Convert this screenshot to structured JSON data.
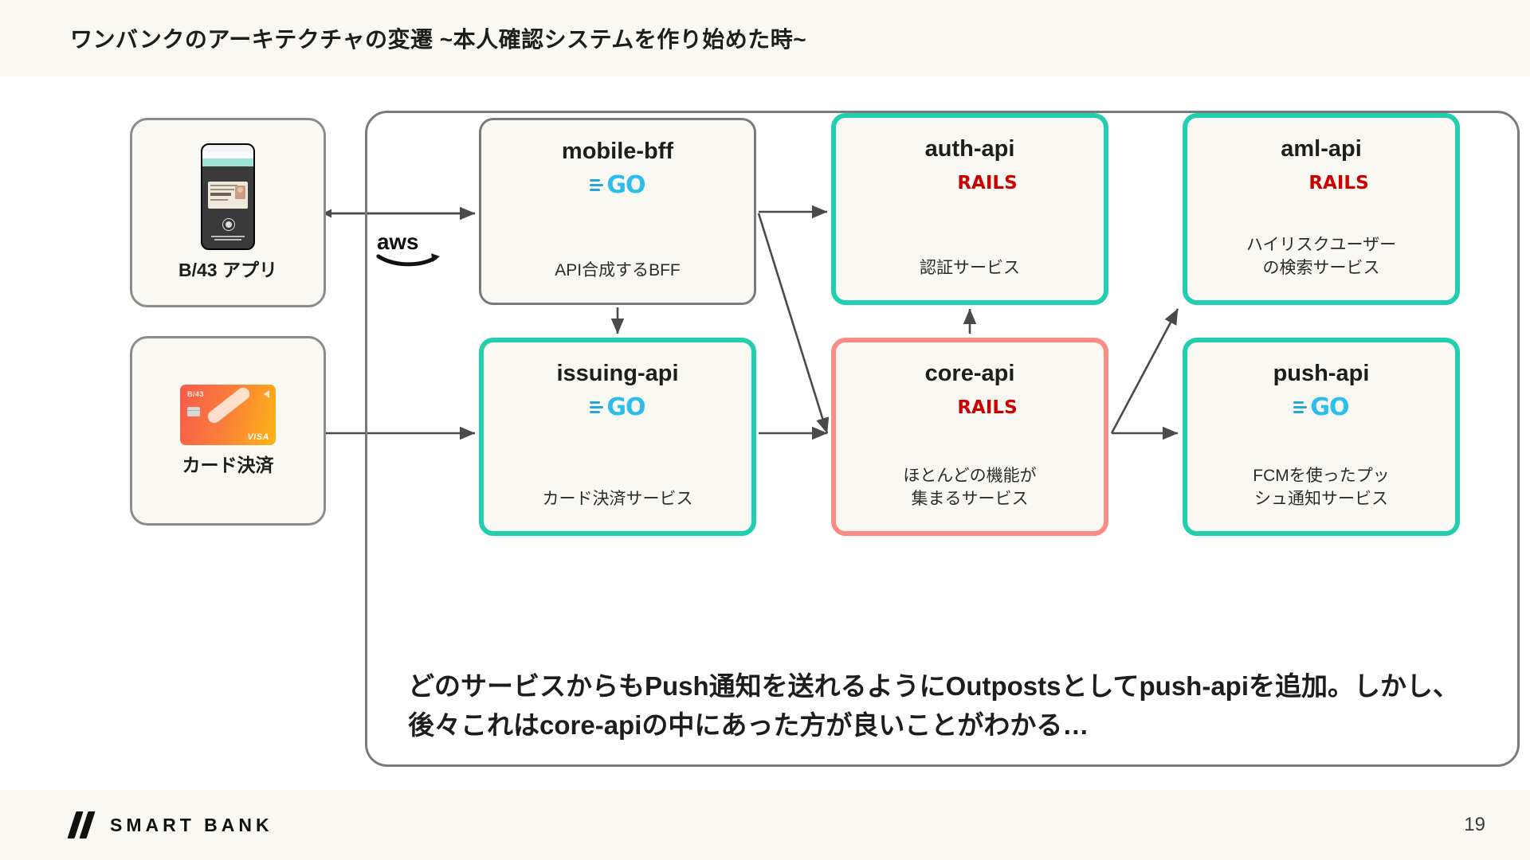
{
  "header": {
    "title": "ワンバンクのアーキテクチャの変遷 ~本人確認システムを作り始めた時~"
  },
  "footer": {
    "brand": "SMART BANK",
    "page_number": "19"
  },
  "sources": [
    {
      "id": "b43-app",
      "label": "B/43 アプリ",
      "icon": "phone-id-verification-screenshot"
    },
    {
      "id": "card-pay",
      "label": "カード決済",
      "icon": "b43-visa-card-image"
    }
  ],
  "cloud": {
    "provider_logo": "aws-logo",
    "provider_name": "aws"
  },
  "services": [
    {
      "id": "mobile-bff",
      "title": "mobile-bff",
      "tech": "go-logo",
      "desc": "API合成するBFF",
      "border": "gray",
      "border_color": "#7a7a7a"
    },
    {
      "id": "auth-api",
      "title": "auth-api",
      "tech": "rails-logo",
      "desc": "認証サービス",
      "border": "teal",
      "border_color": "#21cead"
    },
    {
      "id": "aml-api",
      "title": "aml-api",
      "tech": "rails-logo",
      "desc": "ハイリスクユーザー\nの検索サービス",
      "border": "teal",
      "border_color": "#21cead"
    },
    {
      "id": "issuing-api",
      "title": "issuing-api",
      "tech": "go-logo",
      "desc": "カード決済サービス",
      "border": "teal",
      "border_color": "#21cead"
    },
    {
      "id": "core-api",
      "title": "core-api",
      "tech": "rails-logo",
      "desc": "ほとんどの機能が\n集まるサービス",
      "border": "coral",
      "border_color": "#fa8b85"
    },
    {
      "id": "push-api",
      "title": "push-api",
      "tech": "go-logo",
      "desc": "FCMを使ったプッ\nシュ通知サービス",
      "border": "teal",
      "border_color": "#21cead"
    }
  ],
  "service_desc": {
    "mobile_bff": "API合成するBFF",
    "auth_api": "認証サービス",
    "aml_api_line1": "ハイリスクユーザー",
    "aml_api_line2": "の検索サービス",
    "issuing_api": "カード決済サービス",
    "core_api_line1": "ほとんどの機能が",
    "core_api_line2": "集まるサービス",
    "push_api_line1": "FCMを使ったプッ",
    "push_api_line2": "シュ通知サービス"
  },
  "caption": {
    "text": "どのサービスからもPush通知を送れるようにOutpostsとしてpush-apiを追加。しかし、後々これはcore-apiの中にあった方が良いことがわかる…"
  },
  "colors": {
    "header_bg": "#faf8f2",
    "card_bg": "#faf8f2",
    "teal": "#21cead",
    "coral": "#fa8b85",
    "gray_border": "#7a7a7a",
    "rails_red": "#cc0000",
    "go_blue": "#29beee",
    "text": "#1d1d1b"
  }
}
